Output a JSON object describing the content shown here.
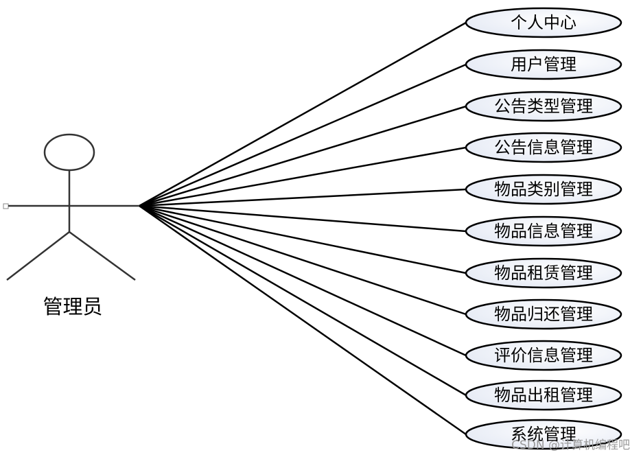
{
  "actor": {
    "label": "管理员"
  },
  "use_cases": [
    {
      "label": "个人中心"
    },
    {
      "label": "用户管理"
    },
    {
      "label": "公告类型管理"
    },
    {
      "label": "公告信息管理"
    },
    {
      "label": "物品类别管理"
    },
    {
      "label": "物品信息管理"
    },
    {
      "label": "物品租赁管理"
    },
    {
      "label": "物品归还管理"
    },
    {
      "label": "评价信息管理"
    },
    {
      "label": "物品出租管理"
    },
    {
      "label": "系统管理"
    }
  ],
  "watermark": "CSDN @计算机编程吧",
  "colors": {
    "ellipse_fill_edge": "#e4e9f4",
    "ellipse_fill_center": "#ffffff",
    "stroke": "#000000"
  }
}
